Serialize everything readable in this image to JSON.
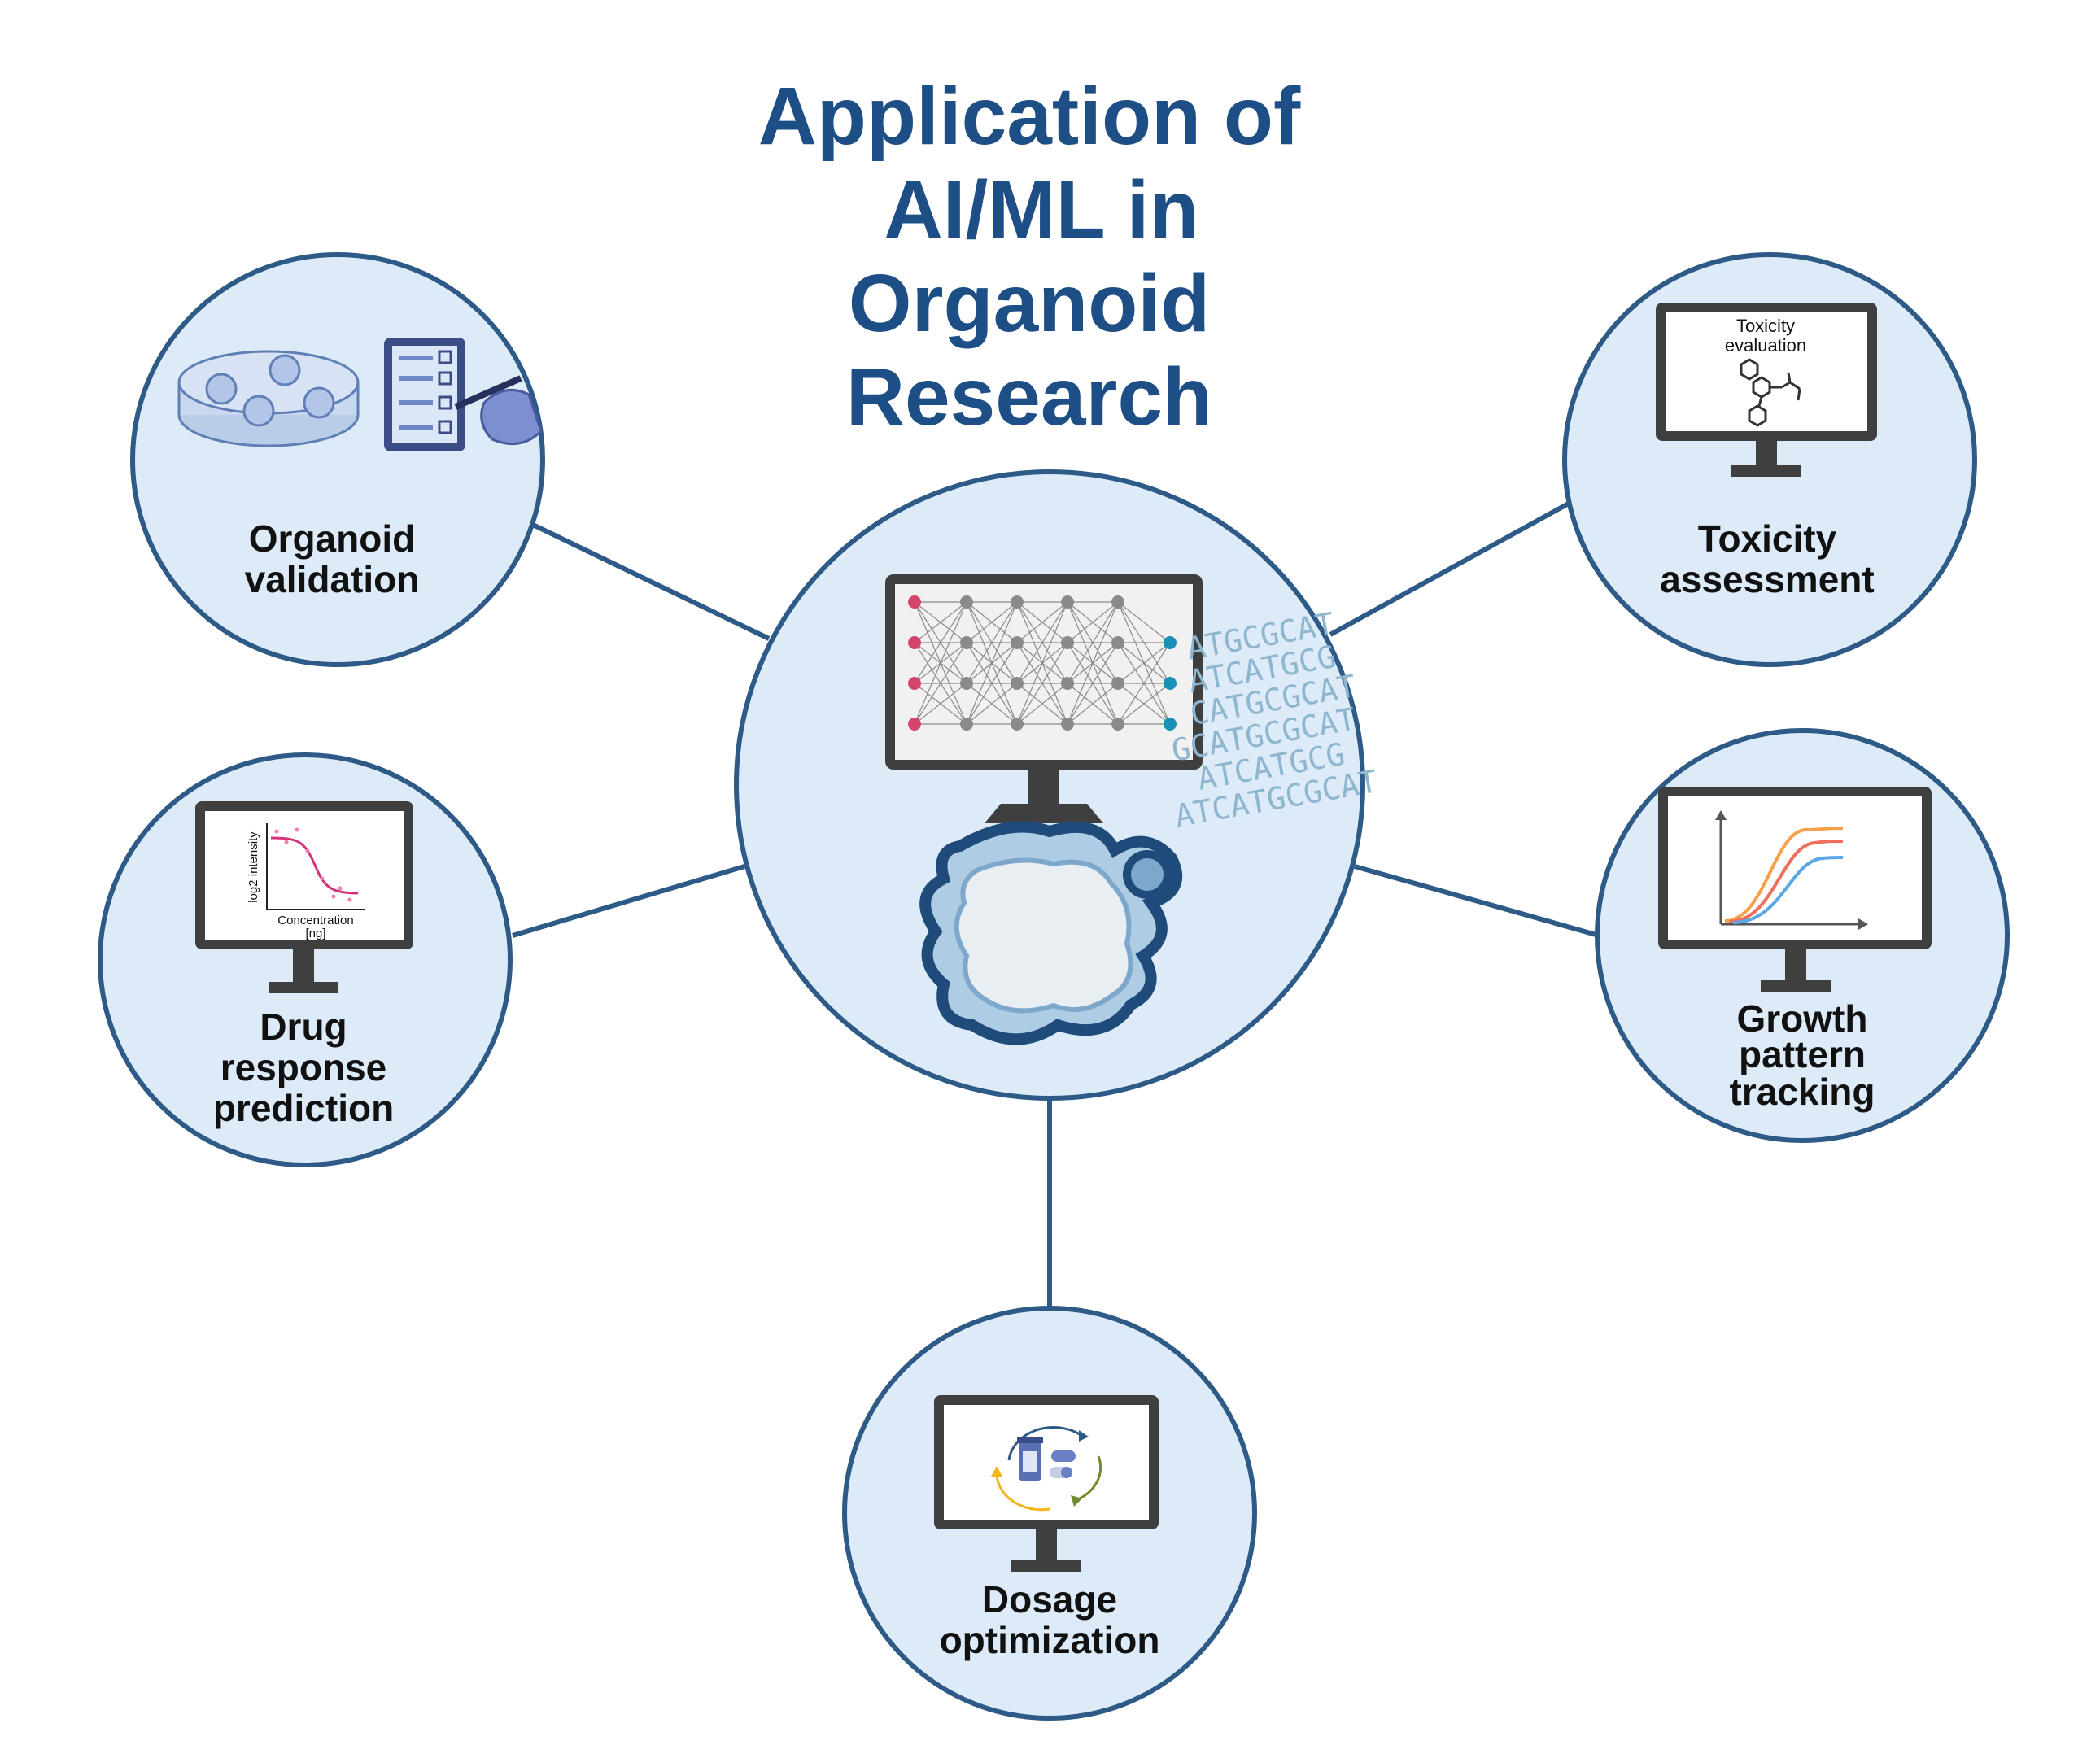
{
  "title": [
    "Application of",
    "AI/ML in",
    "Organoid",
    "Research"
  ],
  "dna_text": [
    "ATGCGCAT",
    "ATCATGCG",
    "CATGCGCAT",
    "GCATGCGCAT",
    "ATCATGCG",
    "ATCATGCGCAT"
  ],
  "nodes": {
    "validation": {
      "label": [
        "Organoid",
        "validation"
      ]
    },
    "toxicity": {
      "label": [
        "Toxicity",
        "assessment"
      ],
      "screen_text": [
        "Toxicity",
        "evaluation"
      ]
    },
    "drug": {
      "label": [
        "Drug",
        "response",
        "prediction"
      ],
      "ylabel": "log2 intensity",
      "xlabel": [
        "Concentration",
        "[ng]"
      ]
    },
    "growth": {
      "label": [
        "Growth",
        "pattern",
        "tracking"
      ]
    },
    "dosage": {
      "label": [
        "Dosage",
        "optimization"
      ]
    }
  },
  "colors": {
    "title": "#1d4f86",
    "circle_fill": "#ddebf8",
    "circle_stroke": "#2d5a86",
    "connector": "#2d5a86",
    "monitor": "#3f3f3f",
    "curve_pink": "#d3337a",
    "growth_orange": "#f5a14a",
    "growth_red": "#ef6e5e",
    "growth_blue": "#5aa7e6"
  }
}
